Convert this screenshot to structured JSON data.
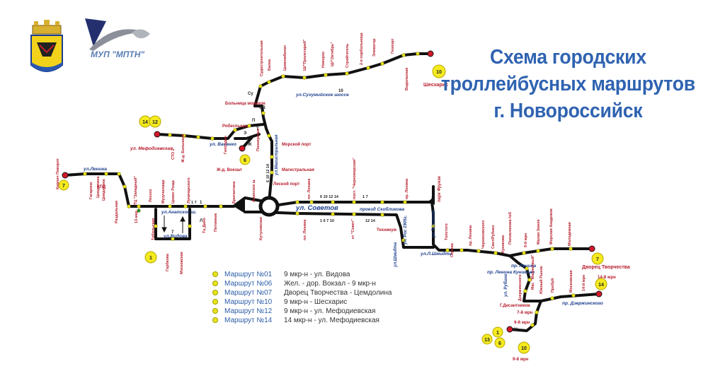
{
  "header": {
    "title_lines": [
      "Схема городских",
      "троллейбусных маршрутов",
      "г. Новороссийск"
    ],
    "brand_text": "МУП \"МПТН\""
  },
  "colors": {
    "title": "#2f63b1",
    "route_line": "#111111",
    "stop_dot": "#e9e31c",
    "stop_label": "#b51c2b",
    "street_label": "#1e3f8e",
    "terminal": "#c2182b"
  },
  "legend": [
    {
      "name": "Маршрут №01",
      "desc": "9 мкр-н - ул. Видова"
    },
    {
      "name": "Маршрут №06",
      "desc": "Жел. - дор. Вокзал - 9 мкр-н"
    },
    {
      "name": "Маршрут №07",
      "desc": "Дворец Творчества - Цемдолина"
    },
    {
      "name": "Маршрут №10",
      "desc": "9 мкр-н - Шесхарис"
    },
    {
      "name": "Маршрут №12",
      "desc": "9 мкр-н - ул. Мефодиевская"
    },
    {
      "name": "Маршрут №14",
      "desc": "14 мкр-н - ул. Мефодиевская"
    }
  ],
  "route_badges": [
    "10",
    "14",
    "12",
    "6",
    "7",
    "1",
    "7",
    "14",
    "1",
    "13",
    "6",
    "10"
  ],
  "streets": {
    "sovetov": "ул. Советов",
    "sukhumi": "ул.Сухумийское шоссе",
    "lenina_w": "ул.Ленина",
    "lenina_e": "пр. Ленина",
    "vasenko": "ул. Васенко",
    "mefod": "ул. Мефодиевская",
    "anapsk": "ул.Анапское ш.",
    "vidova": "ул.Видова",
    "shmidta": "ул.Л.Шмидта",
    "dzerzh": "пр. Дзержинского",
    "skoblikova": "проезд Скобликова",
    "magistr": "ул.Магистральная",
    "kunikova": "пр. Ленина Куникова",
    "rubina": "ул. Рубина",
    "tolstogo": "ул.Толстого",
    "parkfrunze": "парк Фрунзе",
    "shkola": "ул.Шмидта"
  },
  "labels": {
    "sheskharis": "Шесхарис",
    "balka": "Балка",
    "tsemkombinat": "Цемкомбинат",
    "proletariy": "Ш/\"Пролетарий\"",
    "novoros": "Новорос",
    "oktyabr": "Ш/\"Октябрь\"",
    "stroitel": "Стройгитель",
    "porbolnitsa": "2-я порбольница",
    "elevator": "Элеватор",
    "geoport": "Геопорт",
    "vodolazn": "Водолазная",
    "sudostr": "Судостроительная",
    "bolnitsa": "Больница моряков",
    "robespier": "Робеспьера",
    "zhdvokzal": "Ж-д. Вокзал",
    "morport": "Морской порт",
    "magistralnaya": "Магистральная",
    "lesport": "Лесной порт",
    "kirpovorot": "Кирпич Поворот",
    "kpd": "КПД",
    "gagarina": "Гагарина",
    "tsemdolina": "Цемдолина",
    "razdolnaya": "Раздольная",
    "zapadny": "ТЦ \"Западный\"",
    "mkr13": "13-мкр",
    "tobolskaya": "Тобольская",
    "lesxoz": "Лесхоз",
    "muzuchilische": "Музучилище",
    "tsemesroscha": "Цемес Роща",
    "lunacharskogo": "Луначарского",
    "tsdino": "Тц Дино",
    "pitomnik": "Питомник",
    "brigantina": "Бригантина",
    "anapskoe": "Анапское ш.",
    "kutuzovskaya": "Кутузовская",
    "pllenina": "пл. Ленина",
    "chernomorskaya": "пост. \"Черноморская\"",
    "kt_sovet": "кт \"Совет\"",
    "tekhnikum": "Техникум",
    "ostrovskogo": "ул. Рос 1905г.",
    "sereva": "Серова",
    "tolstogo2": "Толстого",
    "chernyakhovsk": "Черняховского",
    "prlenina": "пр. Ленина",
    "svetlaya": "Свет/Рубико",
    "kunikova2": "Куникова",
    "poliklinika": "Поликлиника №5",
    "malzemlya": "Малая Земля",
    "moracad": "Морская Академия",
    "molodezh": "Молодежная",
    "mkr9": "9-й мрн",
    "dvorets": "Дворец Творчества",
    "mkr14": "14-й мрн",
    "dzerzhinskogo": "Дзержинского",
    "magmalinovy": "Маг. \"Малиновый\"",
    "yuzhny": "Южный Рынок",
    "probuy": "Пробуй",
    "gdesantnikov": "Г.Десантников",
    "mkr7": "7-й мрн",
    "mkr9b": "9-й мрн",
    "mkr9c": "9-й мрн",
    "pitomnik2": "Пионерская",
    "tsemlito": "Цемдолина",
    "moskovskaya": "Московская",
    "gorbkov": "Горбкова",
    "mefodievskaya": "Мефодиевская",
    "sts": "СТО 2",
    "zhdmefod": "Ж-д. Больница",
    "zavod": "Гипсодин",
    "nums_a": "6 10 12 14",
    "nums_b": "1 7",
    "nums_c": "1 6 7 10",
    "nums_d": "12 14",
    "nums_e": "6 10 12 14",
    "nums_f": "1 7",
    "sv": "СВ",
    "su": "Су",
    "p": "П",
    "e": "Э",
    "zh": "Ж",
    "t": "Т",
    "l": "Л",
    "m": "М",
    "num10": "10",
    "num7": "7",
    "num1": "1"
  }
}
